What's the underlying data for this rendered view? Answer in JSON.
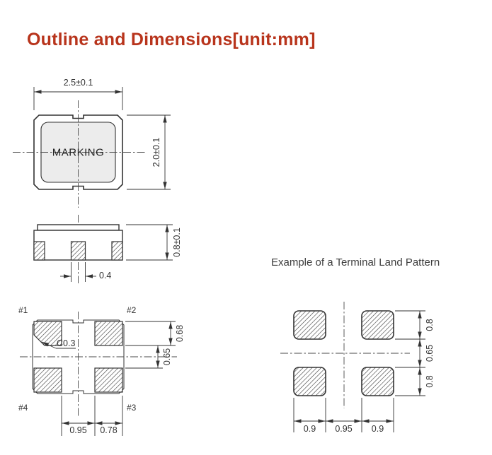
{
  "title": "Outline and Dimensions[unit:mm]",
  "caption": "Example of a Terminal Land Pattern",
  "top_view": {
    "marking": "MARKING",
    "width": "2.5±0.1",
    "height": "2.0±0.1"
  },
  "side_view": {
    "center_pad_width": "0.4",
    "height": "0.8±0.1"
  },
  "bottom_view": {
    "pin1": "#1",
    "pin2": "#2",
    "pin3": "#3",
    "pin4": "#4",
    "chamfer": "C0.3",
    "pad_height": "0.68",
    "pad_gap_v": "0.65",
    "pad_gap_h": "0.95",
    "pad_width": "0.78"
  },
  "land_pattern": {
    "pad_height_top": "0.8",
    "gap_v": "0.65",
    "pad_height_bottom": "0.8",
    "pad_width_left": "0.9",
    "gap_h": "0.95",
    "pad_width_right": "0.9"
  },
  "colors": {
    "title_accent": "#b8341c",
    "line": "#333333"
  }
}
